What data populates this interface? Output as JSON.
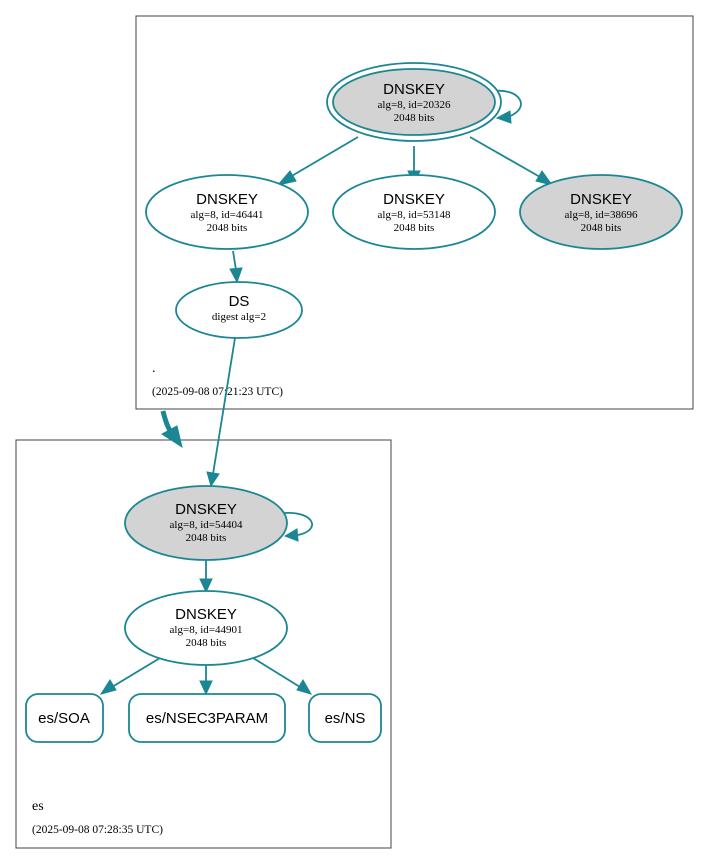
{
  "colors": {
    "edge": "#1b8694",
    "node_border": "#1b8694",
    "node_fill_secure_entry": "#d3d3d3",
    "node_fill_default": "#ffffff",
    "cluster_border": "#444444"
  },
  "zones": {
    "root": {
      "name": ".",
      "timestamp": "(2025-09-08 07:21:23 UTC)"
    },
    "es": {
      "name": "es",
      "timestamp": "(2025-09-08 07:28:35 UTC)"
    }
  },
  "nodes": {
    "root_ksk": {
      "title": "DNSKEY",
      "line1": "alg=8, id=20326",
      "line2": "2048 bits"
    },
    "root_zsk_46441": {
      "title": "DNSKEY",
      "line1": "alg=8, id=46441",
      "line2": "2048 bits"
    },
    "root_zsk_53148": {
      "title": "DNSKEY",
      "line1": "alg=8, id=53148",
      "line2": "2048 bits"
    },
    "root_key_38696": {
      "title": "DNSKEY",
      "line1": "alg=8, id=38696",
      "line2": "2048 bits"
    },
    "ds": {
      "title": "DS",
      "line1": "digest alg=2"
    },
    "es_ksk": {
      "title": "DNSKEY",
      "line1": "alg=8, id=54404",
      "line2": "2048 bits"
    },
    "es_zsk": {
      "title": "DNSKEY",
      "line1": "alg=8, id=44901",
      "line2": "2048 bits"
    },
    "es_soa": {
      "title": "es/SOA"
    },
    "es_nsec3param": {
      "title": "es/NSEC3PARAM"
    },
    "es_ns": {
      "title": "es/NS"
    }
  }
}
